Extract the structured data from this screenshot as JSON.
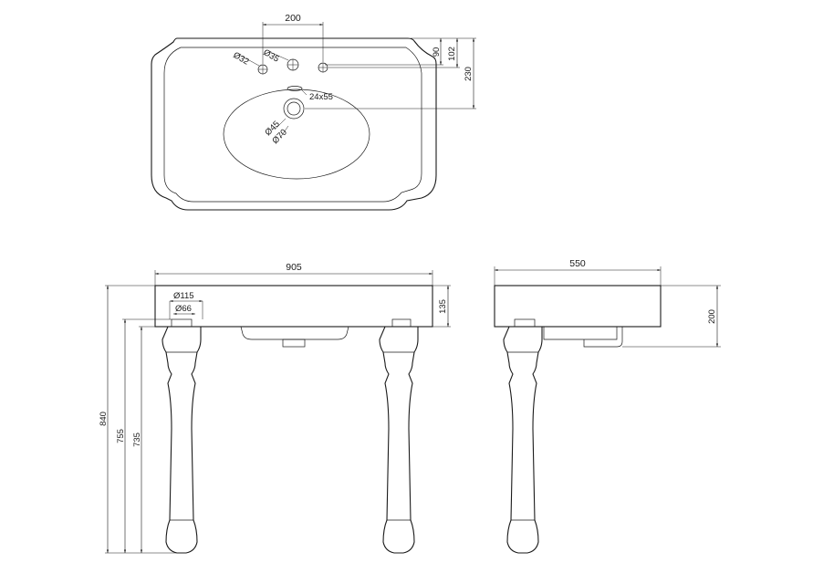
{
  "top_view": {
    "tap_spacing": "200",
    "dim_90": "90",
    "dim_102": "102",
    "dim_230": "230",
    "side_hole": "Ø32",
    "tap_hole": "Ø35",
    "overflow": "24x55",
    "waste_inner": "Ø45",
    "waste_outer": "Ø70"
  },
  "front_view": {
    "width": "905",
    "basin_depth": "135",
    "trap_outer": "Ø115",
    "trap_inner": "Ø66",
    "overall_height": "840",
    "height_755": "755",
    "height_735": "735"
  },
  "side_view": {
    "depth": "550",
    "height": "200"
  }
}
